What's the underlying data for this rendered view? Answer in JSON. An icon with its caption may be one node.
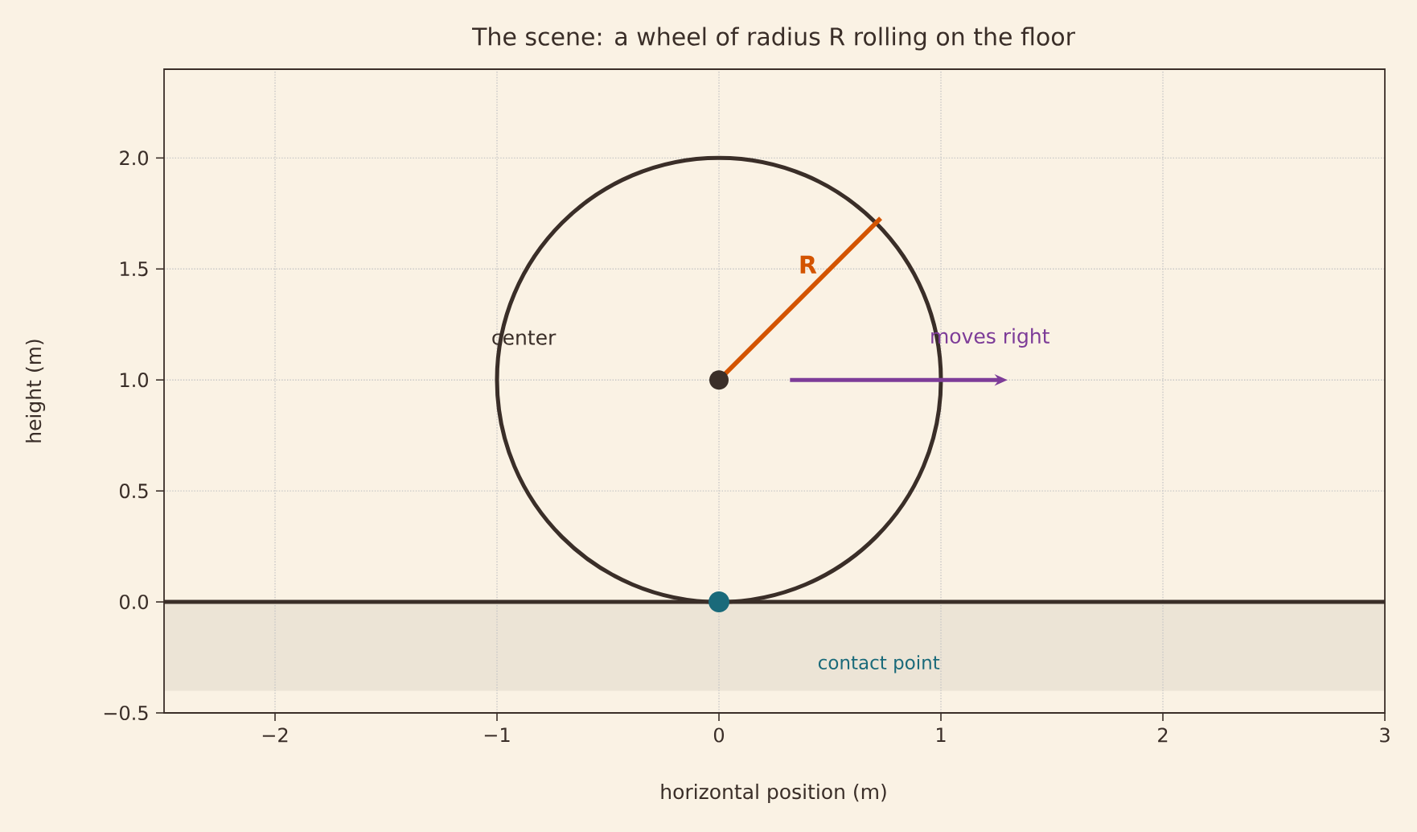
{
  "diagram": {
    "title": "The scene: a wheel of radius R rolling on the floor",
    "labels": [
      "2.0",
      "1.5",
      "1.0",
      "0.5",
      "0.0",
      "−0.5",
      "center",
      "R",
      "moves right",
      "contact point",
      "−2",
      "−1",
      "0",
      "1",
      "2",
      "3",
      "height (m)",
      "horizontal position (m)"
    ]
  }
}
